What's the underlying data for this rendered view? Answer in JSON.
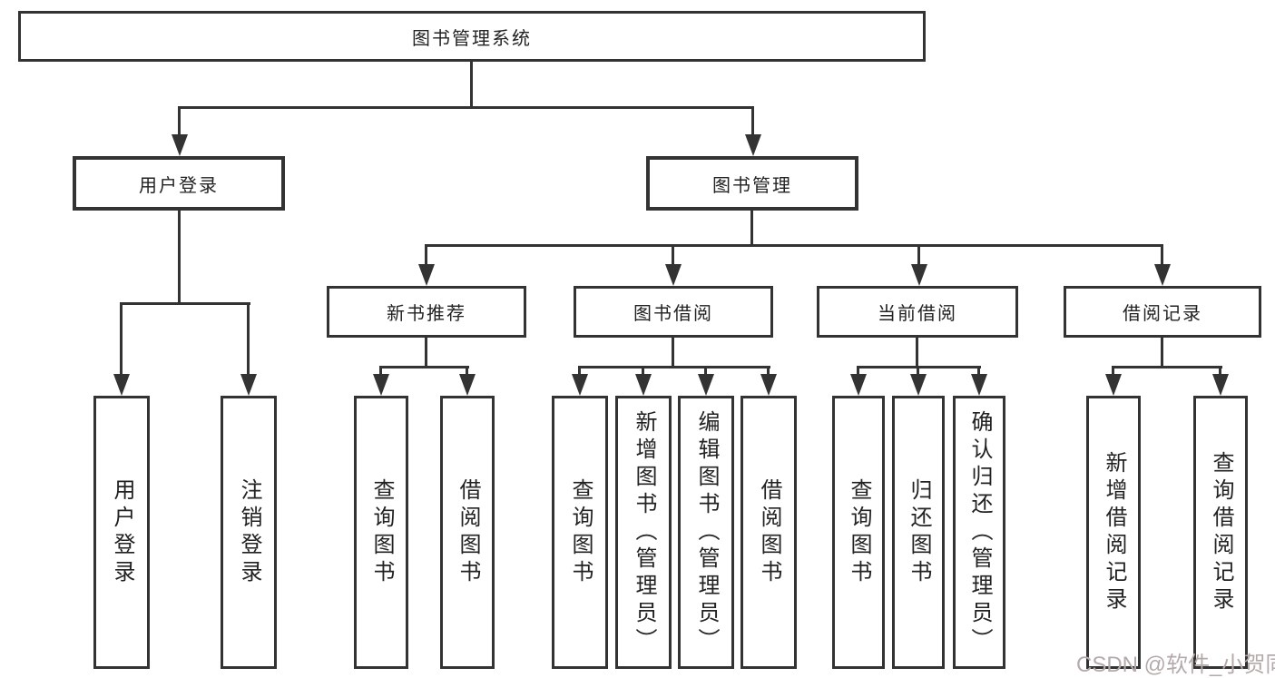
{
  "diagram": {
    "root": {
      "label": "图书管理系统"
    },
    "level2": [
      {
        "label": "用户登录"
      },
      {
        "label": "图书管理"
      }
    ],
    "level3": [
      {
        "label": "新书推荐"
      },
      {
        "label": "图书借阅"
      },
      {
        "label": "当前借阅"
      },
      {
        "label": "借阅记录"
      }
    ],
    "leaves": {
      "user_login": [
        "用户登录",
        "注销登录"
      ],
      "new_books": [
        "查询图书",
        "借阅图书"
      ],
      "book_borrowing": [
        "查询图书",
        "新增图书（管理员）",
        "编辑图书（管理员）",
        "借阅图书"
      ],
      "current_borrowing": [
        "查询图书",
        "归还图书",
        "确认归还（管理员）"
      ],
      "borrow_records": [
        "新增借阅记录",
        "查询借阅记录"
      ]
    },
    "watermark": "CSDN @软件_小贺同学",
    "colors": {
      "line": "#333333",
      "box_border": "#333333",
      "text": "#222222",
      "background": "#ffffff",
      "watermark": "#b5aaaa"
    }
  }
}
